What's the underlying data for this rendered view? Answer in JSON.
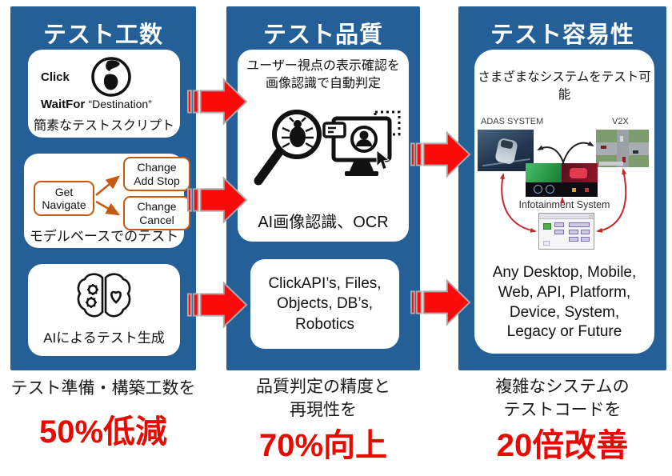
{
  "panels": {
    "effort": {
      "title": "テスト工数",
      "script_box": {
        "cmd1": "Click",
        "cmd2": "WaitFor",
        "cmd2_arg": "“Destination”",
        "caption": "簡素なテストスクリプト"
      },
      "model_box": {
        "node_start": "Get\nNavigate",
        "node_branch_top": "Change\nAdd Stop",
        "node_branch_bottom": "Change\nCancel",
        "caption": "モデルベースでのテスト"
      },
      "ai_box": {
        "caption": "AIによるテスト生成"
      },
      "result": {
        "line": "テスト準備・構築工数を",
        "value": "50%低減"
      }
    },
    "quality": {
      "title": "テスト品質",
      "vision_box": {
        "heading": "ユーザー視点の表示確認を\n画像認識で自動判定",
        "caption": "AI画像認識、OCR"
      },
      "api_box": {
        "text": "ClickAPI’s, Files,\nObjects, DB’s,\nRobotics"
      },
      "result": {
        "line": "品質判定の精度と\n再現性を",
        "value": "70%向上"
      }
    },
    "testability": {
      "title": "テスト容易性",
      "systems_box": {
        "heading": "さまざまなシステムをテスト可能",
        "adas_label": "ADAS SYSTEM",
        "v2x_label": "V2X",
        "infotainment_label": "Infotainment System",
        "text": "Any Desktop, Mobile,\nWeb, API, Platform,\nDevice, System,\nLegacy or Future"
      },
      "result": {
        "line": "複雑なシステムの\nテストコードを",
        "value": "20倍改善"
      }
    }
  },
  "colors": {
    "panel_blue": "#245F97",
    "arrow_red": "#FA0A0A",
    "result_red": "#E60A00",
    "flow_orange": "#C45911"
  }
}
